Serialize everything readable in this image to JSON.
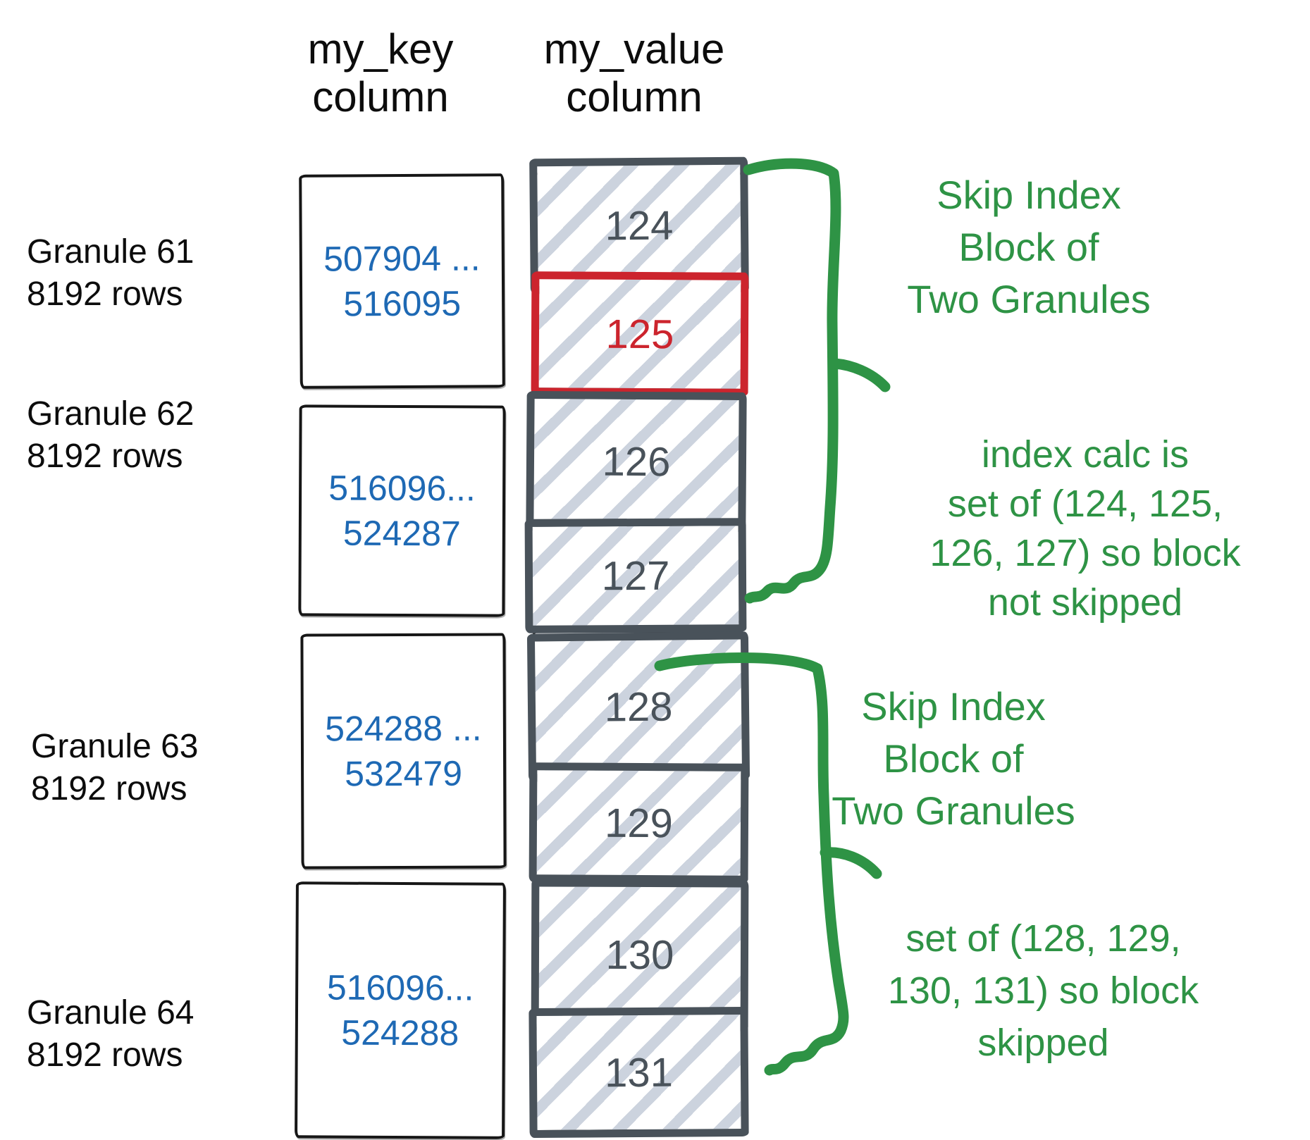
{
  "colors": {
    "green": "#2e9345",
    "blue": "#1e69b4",
    "red": "#cc242d",
    "slate": "#49525a",
    "hatch": "#ccd3de",
    "ink": "#161616"
  },
  "headers": {
    "key_column": [
      "my_key",
      "column"
    ],
    "value_column": [
      "my_value",
      "column"
    ]
  },
  "granules": [
    {
      "name": "Granule 61",
      "rows": "8192 rows",
      "key_min": "507904 ...",
      "key_max": "516095",
      "blocks": [
        {
          "value": "124"
        },
        {
          "value": "125",
          "highlighted": true
        }
      ]
    },
    {
      "name": "Granule 62",
      "rows": "8192 rows",
      "key_min": "516096...",
      "key_max": "524287",
      "blocks": [
        {
          "value": "126"
        },
        {
          "value": "127"
        }
      ]
    },
    {
      "name": "Granule 63",
      "rows": "8192 rows",
      "key_min": "524288 ...",
      "key_max": "532479",
      "blocks": [
        {
          "value": "128"
        },
        {
          "value": "129"
        }
      ]
    },
    {
      "name": "Granule 64",
      "rows": "8192 rows",
      "key_min": "516096...",
      "key_max": "524288",
      "blocks": [
        {
          "value": "130"
        },
        {
          "value": "131"
        }
      ]
    }
  ],
  "annotations": {
    "block1_title": [
      "Skip Index",
      "Block of",
      "Two Granules"
    ],
    "block1_detail": [
      "index calc is",
      "set of (124, 125,",
      "126, 127) so block",
      "not skipped"
    ],
    "block2_title": [
      "Skip Index",
      "Block of",
      "Two Granules"
    ],
    "block2_detail": [
      "set of (128, 129,",
      "130, 131) so block",
      "skipped"
    ]
  }
}
